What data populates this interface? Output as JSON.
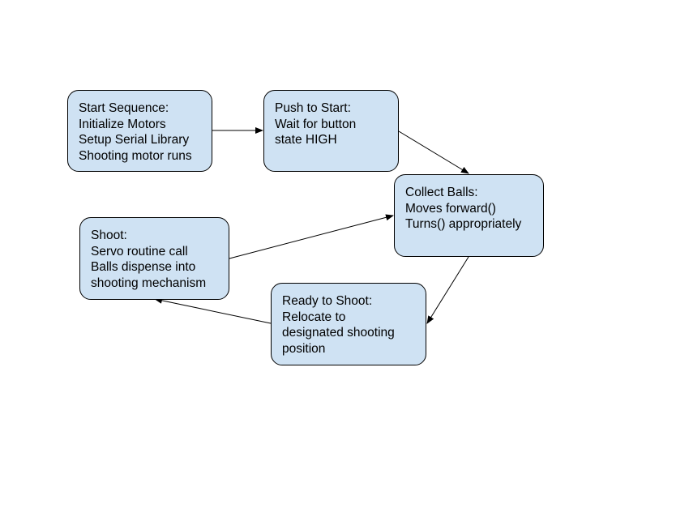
{
  "nodes": {
    "start": {
      "title": "Start Sequence:",
      "lines": [
        "Initialize Motors",
        "Setup Serial Library",
        "Shooting motor runs"
      ]
    },
    "push": {
      "title": "Push to Start:",
      "lines": [
        "Wait for button",
        "state HIGH"
      ]
    },
    "collect": {
      "title": "Collect Balls:",
      "lines": [
        "Moves forward()",
        "Turns() appropriately"
      ]
    },
    "shoot": {
      "title": "Shoot:",
      "lines": [
        "Servo routine call",
        "Balls dispense into",
        "shooting mechanism"
      ]
    },
    "ready": {
      "title": "Ready to Shoot:",
      "lines": [
        "Relocate to",
        "designated shooting",
        "position"
      ]
    }
  },
  "edges": [
    {
      "from": "start",
      "to": "push"
    },
    {
      "from": "push",
      "to": "collect"
    },
    {
      "from": "collect",
      "to": "ready"
    },
    {
      "from": "ready",
      "to": "shoot"
    },
    {
      "from": "shoot",
      "to": "collect"
    }
  ],
  "colors": {
    "node_fill": "#cfe2f3",
    "node_border": "#000000",
    "arrow": "#000000",
    "background": "#ffffff"
  }
}
